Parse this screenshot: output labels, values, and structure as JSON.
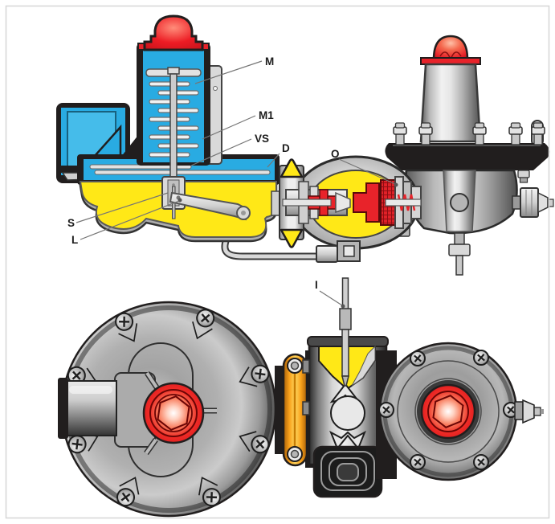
{
  "diagram": {
    "callouts": {
      "M": "M",
      "M1": "M1",
      "VS": "VS",
      "D": "D",
      "O": "O",
      "S": "S",
      "L": "L",
      "I": "I"
    },
    "colors": {
      "housing_blue": "#29ABE2",
      "housing_blue_light": "#45BCEA",
      "body_yellow": "#FFE817",
      "valve_red": "#E8232A",
      "red_dark": "#B50F16",
      "clamp_orange": "#F9A11B",
      "outline_dark": "#211E1E",
      "metal_light": "#EDEDED",
      "metal_mid": "#A9A9A9",
      "metal_dark": "#4D4D4D",
      "leader_line": "#757575",
      "frame_border": "#D6D6D6",
      "background": "#FFFFFF"
    }
  }
}
